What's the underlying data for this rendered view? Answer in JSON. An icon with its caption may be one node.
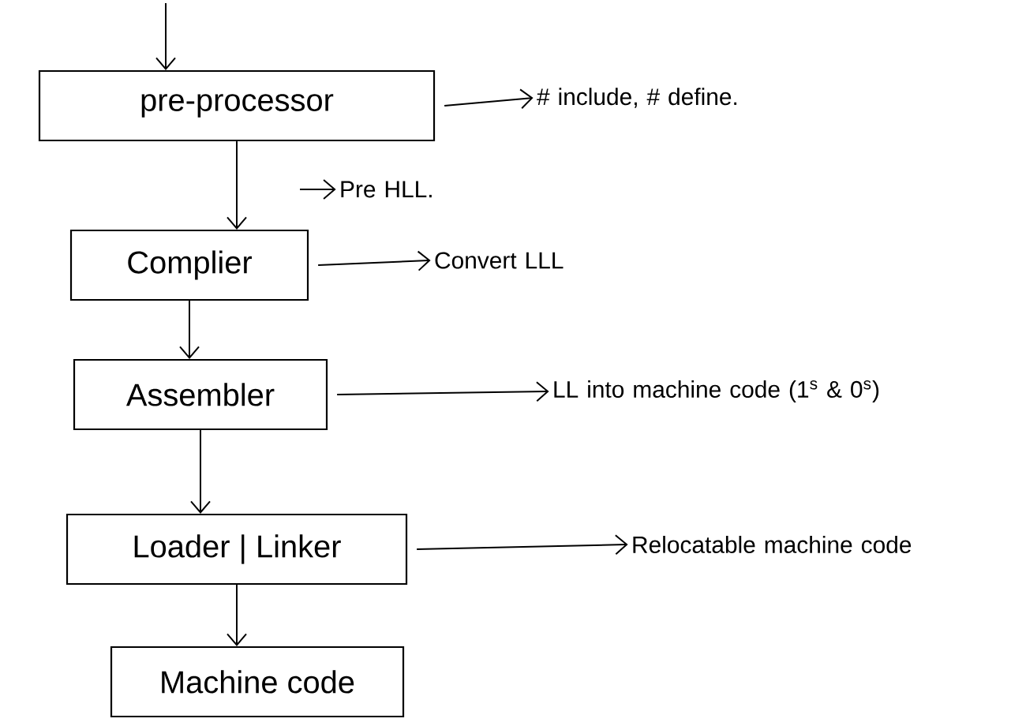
{
  "diagram": {
    "nodes": [
      {
        "text": [
          "pre-processor"
        ]
      },
      {
        "text": [
          "# include, # define."
        ]
      },
      {
        "text": [
          "Pre HLL."
        ]
      },
      {
        "text": [
          "Complier"
        ]
      },
      {
        "text": [
          "Convert LLL"
        ]
      },
      {
        "text": [
          "Assembler"
        ]
      },
      {
        "text": [
          "LL into machine code (1$^{s}$ & 0$^{s}$)"
        ]
      },
      {
        "text": [
          "Loader | Linker"
        ]
      },
      {
        "text": [
          "Relocatable machine code"
        ]
      },
      {
        "text": [
          "Machine code"
        ]
      }
    ],
    "edges": [
      {
        "from": null,
        "to": 0,
        "arrow": "to"
      },
      {
        "from": 0,
        "to": 1,
        "arrow": "to"
      },
      {
        "from": null,
        "to": 2,
        "arrow": "to"
      },
      {
        "from": 0,
        "to": 3,
        "arrow": "to"
      },
      {
        "from": 3,
        "to": 4,
        "arrow": "to"
      },
      {
        "from": 3,
        "to": 5,
        "arrow": "to"
      },
      {
        "from": 5,
        "to": 6,
        "arrow": "to"
      },
      {
        "from": 5,
        "to": 7,
        "arrow": "to"
      },
      {
        "from": 7,
        "to": 8,
        "arrow": "to"
      },
      {
        "from": 7,
        "to": 9,
        "arrow": "to"
      }
    ]
  }
}
